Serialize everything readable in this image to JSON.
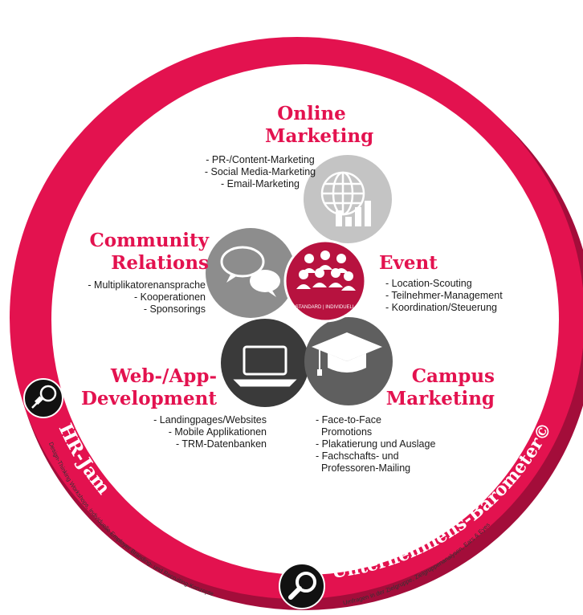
{
  "colors": {
    "ring": "#e3124f",
    "ring_dark": "#a30d3a",
    "accent": "#e3124f",
    "grey_light": "#c4c4c4",
    "grey_mid": "#8d8d8d",
    "grey_dark": "#5f5f5f",
    "grey_darker": "#3a3a3a",
    "event_fill": "#b7123f"
  },
  "segments": {
    "online": {
      "title_1": "Online",
      "title_2": "Marketing",
      "items": [
        "- PR-/Content-Marketing",
        "- Social Media-Marketing",
        "- Email-Marketing"
      ],
      "icon": "globe-chart-icon"
    },
    "community": {
      "title_1": "Community",
      "title_2": "Relations",
      "items": [
        "- Multiplikatorenansprache",
        "- Kooperationen",
        "- Sponsorings"
      ],
      "icon": "speech-bubbles-icon"
    },
    "event": {
      "title": "Event",
      "items": [
        "- Location-Scouting",
        "- Teilnehmer-Management",
        "- Koordination/Steuerung"
      ],
      "icon": "people-group-icon",
      "badge": "STANDARD | INDIVIDUELL"
    },
    "webapp": {
      "title_1": "Web-/App-",
      "title_2": "Development",
      "items": [
        "- Landingpages/Websites",
        "- Mobile Applikationen",
        "- TRM-Datenbanken"
      ],
      "icon": "laptop-icon"
    },
    "campus": {
      "title_1": "Campus",
      "title_2": "Marketing",
      "items": [
        "- Face-to-Face",
        "  Promotions",
        "- Plakatierung und Auslage",
        "- Fachschafts- und",
        "  Professoren-Mailing"
      ],
      "icon": "graduation-cap-icon"
    }
  },
  "ring_labels": {
    "hr_jam": "HR-Jam",
    "hr_jam_sub": "Design-Thinking Workshops, individuelle Employer Branding- und Recruiting-Konzepte",
    "barometer": "Unternehmens-Barometer©",
    "barometer_sub": "Umfragen in der Zielgruppe, Zielgruppenanalysen, Ears & Eyes",
    "hr_jam_icon": "lightbulb-icon",
    "barometer_icon": "magnifier-icon"
  }
}
